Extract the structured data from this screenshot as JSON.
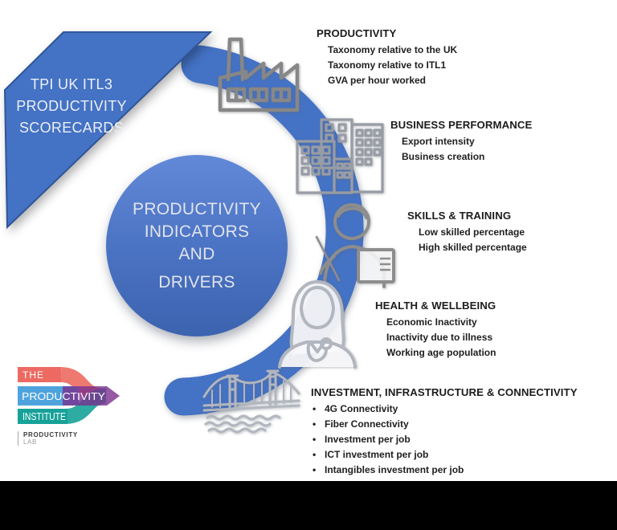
{
  "banner": {
    "lines": [
      "TPI UK ITL3",
      "PRODUCTIVITY",
      "SCORECARDS"
    ]
  },
  "circle": {
    "lines": [
      "PRODUCTIVITY",
      "INDICATORS",
      "AND",
      "DRIVERS"
    ]
  },
  "sections": [
    {
      "title": "PRODUCTIVITY",
      "icon": "factory-icon",
      "items": [
        "Taxonomy relative to the UK",
        "Taxonomy relative to ITL1",
        "GVA per hour worked"
      ]
    },
    {
      "title": "BUSINESS PERFORMANCE",
      "icon": "buildings-icon",
      "items": [
        "Export intensity",
        "Business creation"
      ]
    },
    {
      "title": "SKILLS & TRAINING",
      "icon": "teacher-icon",
      "items": [
        "Low skilled percentage",
        "High skilled percentage"
      ]
    },
    {
      "title": "HEALTH & WELLBEING",
      "icon": "nurse-icon",
      "items": [
        "Economic Inactivity",
        "Inactivity due to illness",
        "Working age population"
      ]
    },
    {
      "title": "INVESTMENT, INFRASTRUCTURE & CONNECTIVITY",
      "icon": "bridge-icon",
      "items": [
        "4G Connectivity",
        "Fiber Connectivity",
        "Investment per job",
        "ICT investment per job",
        "Intangibles investment per job"
      ]
    }
  ],
  "logo": {
    "word1": "THE",
    "word2": "PRODUCTIVITY",
    "word3": "INSTITUTE",
    "lab_line1": "PRODUCTIVITY",
    "lab_line2": "LAB"
  },
  "colors": {
    "arc_blue": "#4472C4",
    "banner_blue": "#4472C4",
    "banner_border": "#2F5597",
    "circle_top": "#6289D8",
    "circle_bottom": "#3C63AE",
    "logo_red": "#EC6A62",
    "logo_blue": "#4EA3DD",
    "logo_teal": "#17A299",
    "logo_purple": "#7B2F8E",
    "text_dark": "#1F1F1F"
  }
}
